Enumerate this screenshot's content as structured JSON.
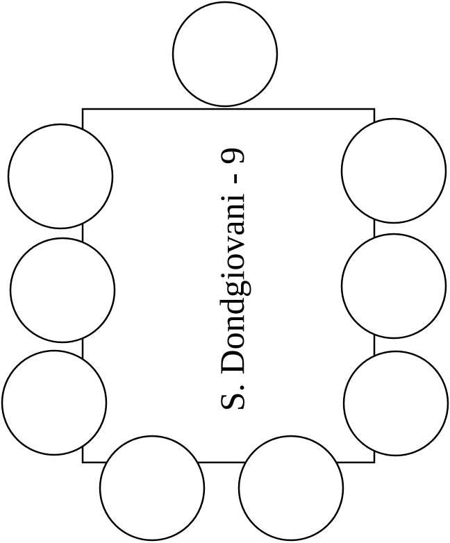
{
  "diagram": {
    "table_label": "S. Dondgiovani - 9",
    "seat_count": 9,
    "seats": [
      {
        "name": "seat-head"
      },
      {
        "name": "seat-left-1"
      },
      {
        "name": "seat-left-2"
      },
      {
        "name": "seat-left-3"
      },
      {
        "name": "seat-right-1"
      },
      {
        "name": "seat-right-2"
      },
      {
        "name": "seat-right-3"
      },
      {
        "name": "seat-bottom-1"
      },
      {
        "name": "seat-bottom-2"
      }
    ],
    "colors": {
      "stroke": "#000000",
      "fill": "#ffffff",
      "text": "#000000"
    }
  }
}
